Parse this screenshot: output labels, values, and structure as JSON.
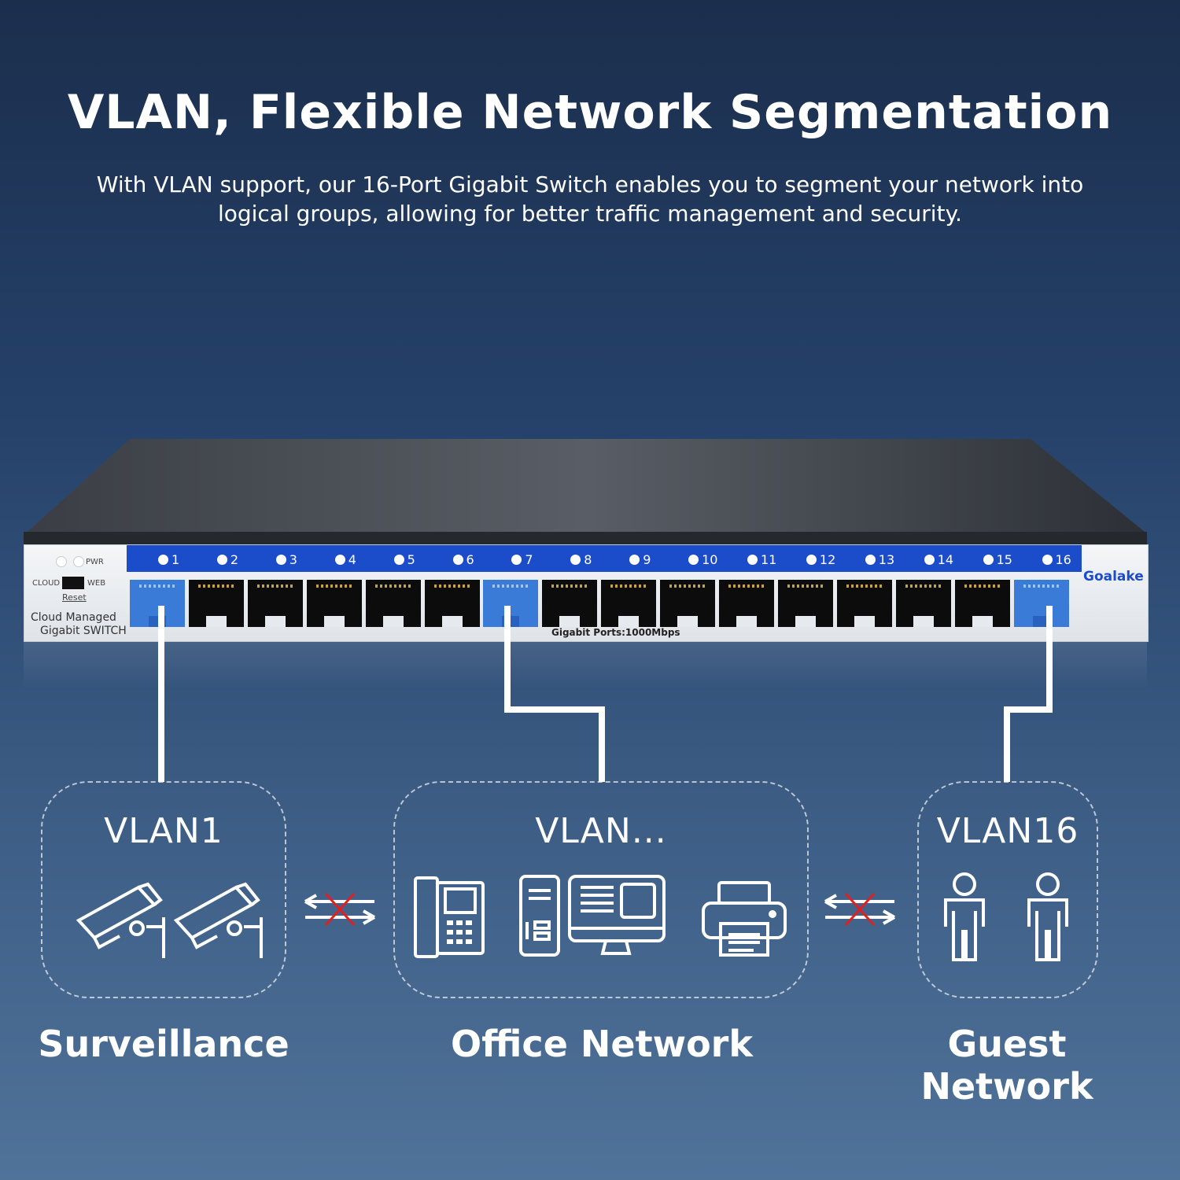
{
  "header": {
    "title": "VLAN, Flexible Network Segmentation",
    "subtitle": "With VLAN support, our 16-Port Gigabit Switch enables you to segment your network into logical groups, allowing for better traffic management and security."
  },
  "switch": {
    "brand": "Goalake",
    "model_line1": "Cloud Managed",
    "model_line2": "Gigabit SWITCH",
    "pwr_label": "PWR",
    "cloud_label": "CLOUD",
    "web_label": "WEB",
    "reset_label": "Reset",
    "ports_label": "Gigabit Ports:1000Mbps",
    "ports": [
      "1",
      "2",
      "3",
      "4",
      "5",
      "6",
      "7",
      "8",
      "9",
      "10",
      "11",
      "12",
      "13",
      "14",
      "15",
      "16"
    ],
    "highlighted_ports": [
      "1",
      "7",
      "16"
    ]
  },
  "groups": [
    {
      "vlan": "VLAN1",
      "caption": "Surveillance"
    },
    {
      "vlan": "VLAN...",
      "caption": "Office Network"
    },
    {
      "vlan": "VLAN16",
      "caption": "Guest Network"
    }
  ],
  "colors": {
    "port_bar": "#1b4cc9",
    "blocked": "#e02020"
  }
}
